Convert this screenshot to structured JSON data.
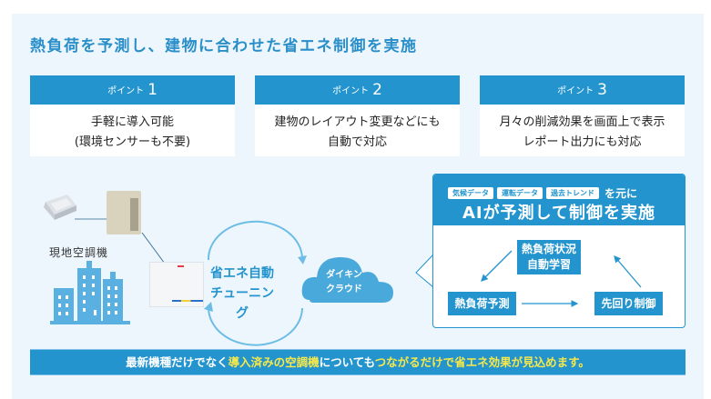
{
  "title": "熱負荷を予測し、建物に合わせた省エネ制御を実施",
  "points": [
    {
      "label": "ポイント",
      "number": "1",
      "lines": [
        "手軽に導入可能",
        "(環境センサーも不要)"
      ]
    },
    {
      "label": "ポイント",
      "number": "2",
      "lines": [
        "建物のレイアウト変更などにも",
        "自動で対応"
      ]
    },
    {
      "label": "ポイント",
      "number": "3",
      "lines": [
        "月々の削減効果を画面上で表示",
        "レポート出力にも対応"
      ]
    }
  ],
  "diagram": {
    "site_label": "現地空調機",
    "tuning_lines": [
      "省エネ自動",
      "チューニング"
    ],
    "cloud_lines": [
      "ダイキン",
      "クラウド"
    ],
    "ai": {
      "tags": [
        "気候データ",
        "運転データ",
        "過去トレンド"
      ],
      "tags_suffix": "を元に",
      "title": "AIが予測して制御を実施",
      "nodes": {
        "learn": [
          "熱負荷状況",
          "自動学習"
        ],
        "predict": "熱負荷予測",
        "control": "先回り制御"
      }
    },
    "colors": {
      "accent": "#2394cd",
      "panel": "#eef6fd",
      "highlight": "#f6e84b",
      "cloud": "#4aa9db",
      "building": "#5ab0e0"
    }
  },
  "banner": {
    "segments": [
      {
        "text": "最新機種だけでなく",
        "highlight": false
      },
      {
        "text": "導入済みの空調機",
        "highlight": true
      },
      {
        "text": "についても",
        "highlight": false
      },
      {
        "text": "つながるだけで省エネ効果が見込めます。",
        "highlight": true
      }
    ]
  }
}
